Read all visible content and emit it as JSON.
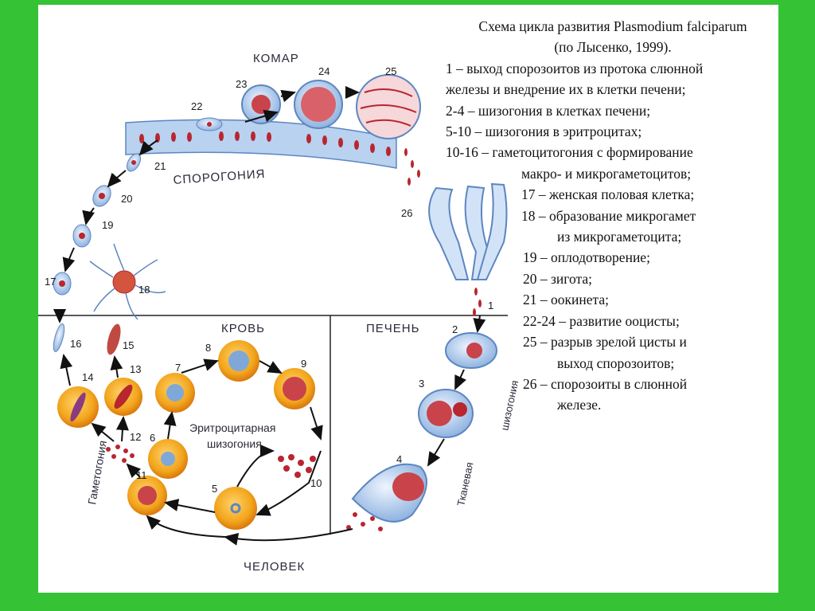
{
  "legend": {
    "title_line1": "Схема цикла развития Plasmodium falciparum",
    "title_line2": "(по Лысенко, 1999).",
    "items": [
      {
        "text": "1 – выход спорозоитов из протока слюнной",
        "indent": 0
      },
      {
        "text": "железы и внедрение их в клетки печени;",
        "indent": 0
      },
      {
        "text": "2-4 – шизогония в клетках печени;",
        "indent": 0
      },
      {
        "text": "5-10 – шизогония в эритроцитах;",
        "indent": 0
      },
      {
        "text": "10-16 – гаметоцитогония с формирование",
        "indent": 0
      },
      {
        "text": "макро- и микрогаметоцитов;",
        "indent": 95
      },
      {
        "text": "17 – женская половая клетка;",
        "indent": 95
      },
      {
        "text": "18 –  образование микрогамет",
        "indent": 95
      },
      {
        "text": "из микрогаметоцита;",
        "indent": 140
      },
      {
        "text": "19 – оплодотворение;",
        "indent": 97
      },
      {
        "text": "20 – зигота;",
        "indent": 97
      },
      {
        "text": "21 – оокинета;",
        "indent": 97
      },
      {
        "text": "22-24 – развитие ооцисты;",
        "indent": 97
      },
      {
        "text": "25 – разрыв зрелой цисты и",
        "indent": 97
      },
      {
        "text": "выход спорозоитов;",
        "indent": 140
      },
      {
        "text": "26 – спорозоиты в слюнной",
        "indent": 97
      },
      {
        "text": "железе.",
        "indent": 140
      }
    ]
  },
  "diagram": {
    "zones": {
      "mosquito": "КОМАР",
      "sporogony": "СПОРОГОНИЯ",
      "blood": "КРОВЬ",
      "liver": "ПЕЧЕНЬ",
      "human": "ЧЕЛОВЕК",
      "erythro_line1": "Эритроцитарная",
      "erythro_line2": "шизогония",
      "gametogony": "Гаметогония",
      "tissue_line1": "Тканевая",
      "tissue_line2": "шизогония"
    },
    "stages": [
      "1",
      "2",
      "3",
      "4",
      "5",
      "6",
      "7",
      "8",
      "9",
      "10",
      "11",
      "12",
      "13",
      "14",
      "15",
      "16",
      "17",
      "18",
      "19",
      "20",
      "21",
      "22",
      "23",
      "24",
      "25",
      "26"
    ]
  },
  "colors": {
    "background": "#35c234",
    "cell_orange": "#f2a51c",
    "parasite_red": "#b8262f",
    "tissue_blue": "#7fa8d8"
  }
}
